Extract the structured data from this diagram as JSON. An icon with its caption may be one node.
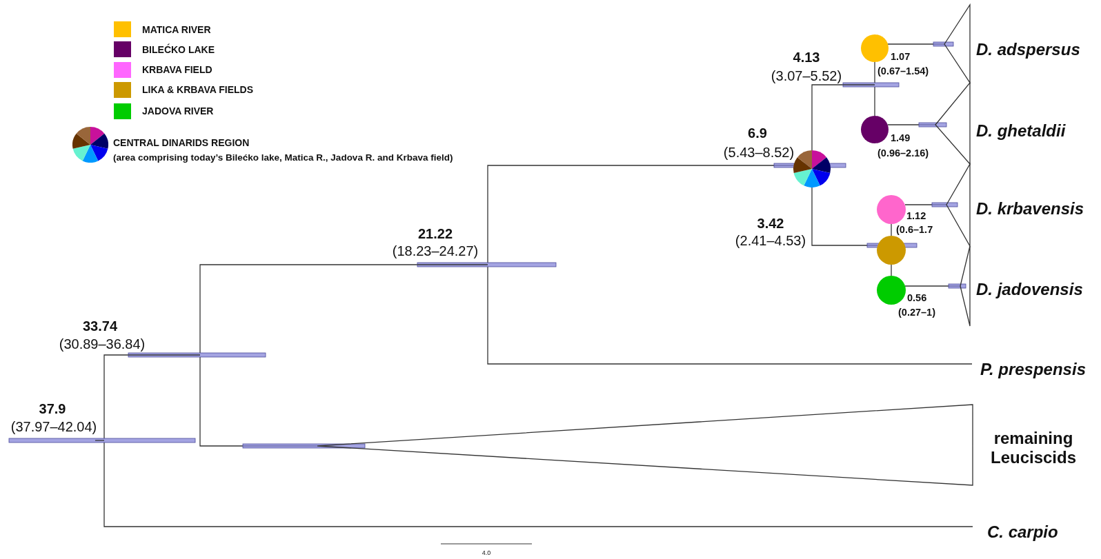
{
  "diagram": {
    "nodes": [
      {
        "text": [],
        "shape": "bar",
        "beside": [
          "37.9",
          "(37.97–42.04)"
        ]
      },
      {
        "text": [],
        "shape": "bar",
        "beside": [
          "33.74",
          "(30.89–36.84)"
        ]
      },
      {
        "text": [],
        "shape": "bar",
        "beside": [
          "21.22",
          "(18.23–24.27)"
        ]
      },
      {
        "text": [],
        "shape": "pie",
        "beside": [
          "6.9",
          "(5.43–8.52)"
        ]
      },
      {
        "text": [],
        "shape": "bar",
        "beside": [
          "4.13",
          "(3.07–5.52)"
        ]
      },
      {
        "text": [],
        "shape": "circle",
        "beside": [
          "1.07",
          "(0.67–1.54)"
        ]
      },
      {
        "text": [
          "D. adspersus"
        ]
      },
      {
        "text": [],
        "shape": "circle",
        "beside": [
          "1.49",
          "(0.96–2.16)"
        ]
      },
      {
        "text": [
          "D. ghetaldii"
        ]
      },
      {
        "text": [],
        "shape": "circle",
        "beside": [
          "3.42",
          "(2.41–4.53)"
        ]
      },
      {
        "text": [],
        "shape": "circle",
        "beside": [
          "1.12",
          "(0.6–1.7"
        ]
      },
      {
        "text": [
          "D. krbavensis"
        ]
      },
      {
        "text": [],
        "shape": "circle",
        "beside": [
          "0.56",
          "(0.27–1)"
        ]
      },
      {
        "text": [
          "D. jadovensis"
        ]
      },
      {
        "text": [
          "P. prespensis"
        ]
      },
      {
        "text": [
          "remaining Leuciscids"
        ]
      },
      {
        "text": [
          "C. carpio"
        ]
      }
    ],
    "edges": [
      {
        "from": 0,
        "to": 1,
        "arrow": "none"
      },
      {
        "from": 0,
        "to": 16,
        "arrow": "none"
      },
      {
        "from": 1,
        "to": 2,
        "arrow": "none"
      },
      {
        "from": 1,
        "to": 15,
        "arrow": "none"
      },
      {
        "from": 2,
        "to": 3,
        "arrow": "none"
      },
      {
        "from": 2,
        "to": 14,
        "arrow": "none"
      },
      {
        "from": 3,
        "to": 4,
        "arrow": "none"
      },
      {
        "from": 3,
        "to": 9,
        "arrow": "none"
      },
      {
        "from": 4,
        "to": 5,
        "arrow": "none"
      },
      {
        "from": 4,
        "to": 7,
        "arrow": "none"
      },
      {
        "from": 5,
        "to": 6,
        "arrow": "none"
      },
      {
        "from": 7,
        "to": 8,
        "arrow": "none"
      },
      {
        "from": 9,
        "to": 10,
        "arrow": "none"
      },
      {
        "from": 9,
        "to": 12,
        "arrow": "none"
      },
      {
        "from": 10,
        "to": 11,
        "arrow": "none"
      },
      {
        "from": 12,
        "to": 13,
        "arrow": "none"
      }
    ],
    "labels": [
      "(area comprising today’s Bilećko lake, Matica R., Jadova R. and Krbava field)",
      "4.0"
    ],
    "legend": [
      {
        "text": "MATICA RIVER",
        "color": "#ffc000"
      },
      {
        "text": "BILEĆKO LAKE",
        "color": "#660066"
      },
      {
        "text": "KRBAVA FIELD",
        "color": "#ff66ff"
      },
      {
        "text": "LIKA & KRBAVA FIELDS",
        "color": "#cc9900"
      },
      {
        "text": "JADOVA RIVER",
        "color": "#00cc00"
      },
      {
        "text": "CENTRAL DINARIDS REGION"
      }
    ]
  }
}
